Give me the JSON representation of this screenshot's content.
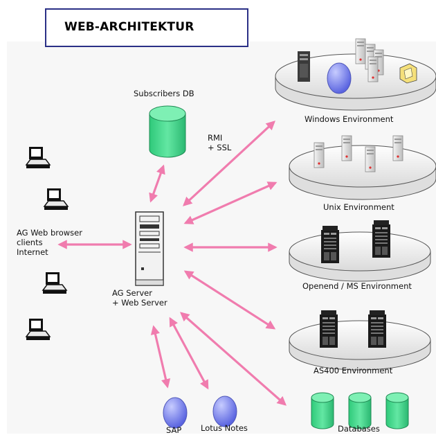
{
  "title": "WEB-ARCHITEKTUR",
  "colors": {
    "arrow": "#f07cae",
    "db_green": "#3ed889",
    "globe_blue": "#7a84f0",
    "title_border": "#2a2f86"
  },
  "nodes": {
    "subscribers_db": "Subscribers DB",
    "rmi_ssl": "RMI\n+ SSL",
    "clients": "AG Web browser\nclients\nInternet",
    "server": "AG Server\n+ Web Server",
    "windows": "Windows Environment",
    "unix": "Unix Environment",
    "openend": "Openend / MS Environment",
    "as400": "AS400 Environment",
    "sap": "SAP",
    "lotus": "Lotus Notes",
    "databases": "Databases"
  }
}
